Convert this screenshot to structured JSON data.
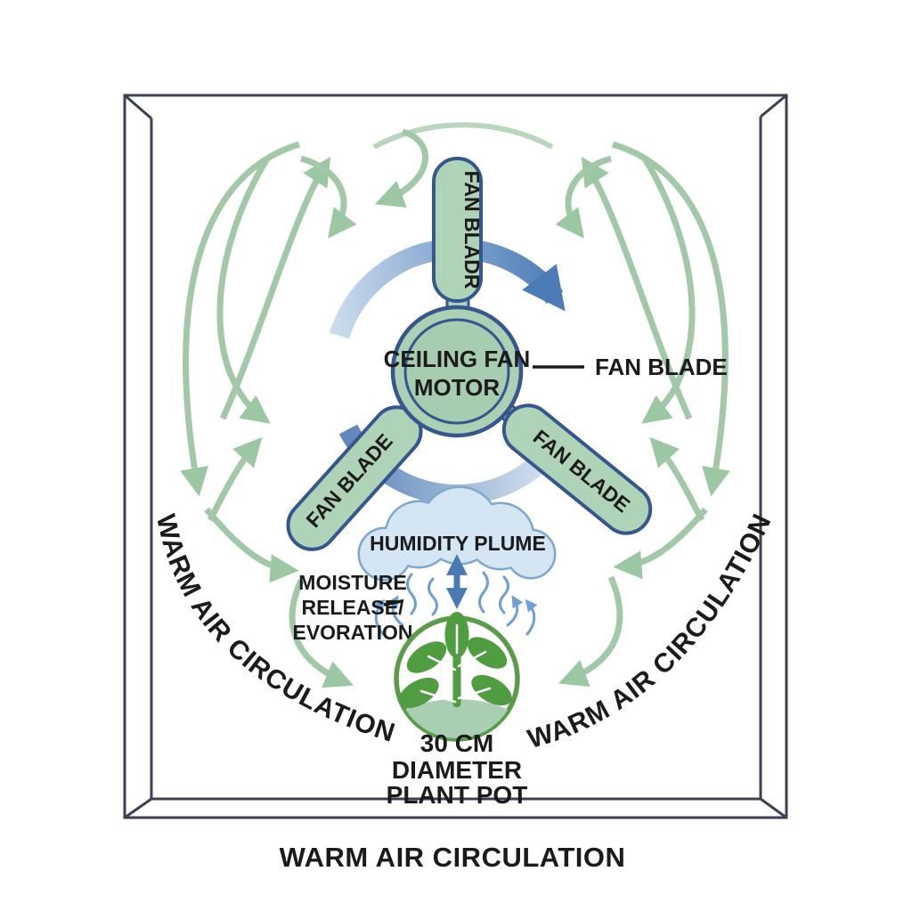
{
  "diagram": {
    "motor": {
      "line1": "CEILING FAN",
      "line2": "MOTOR"
    },
    "blades": {
      "top": "FAN BLADR",
      "lower_left": "FAN BLADE",
      "lower_right": "FAN BLADE",
      "callout": "FAN BLADE"
    },
    "humidity_cloud": {
      "label": "HUMIDITY PLUME"
    },
    "moisture": {
      "line1": "MOISTURE",
      "line2": "RELEASE/",
      "line3": "EVORATION"
    },
    "plant_pot": {
      "line1": "30 CM",
      "line2": "DIAMETER",
      "line3": "PLANT POT"
    },
    "circulation": {
      "left": "WARM AIR CIRCULATION",
      "right": "WARM AIR CIRCULATION",
      "bottom": "WARM AIR CIRCULATION"
    }
  },
  "colors": {
    "background": "#ffffff",
    "frame": "#3c4152",
    "blade_fill": "#aed3b6",
    "blade_border": "#35568e",
    "motor_fill": "#a7cdb0",
    "arrow_green": "#a2c8a7",
    "rotation_blue_dark": "#4c7cb8",
    "rotation_blue_light": "#c9dbed",
    "cloud_fill": "#d4e5f3",
    "cloud_border": "#7fa8cf",
    "plume_arrow_blue": "#4b79b4",
    "vapor_squiggle_blue": "#6f9fd4",
    "plant_green": "#4f9c41",
    "pot_ring_green": "#5a9c49",
    "soil_fill": "#a9cfb2",
    "text": "#1b1b1b"
  }
}
